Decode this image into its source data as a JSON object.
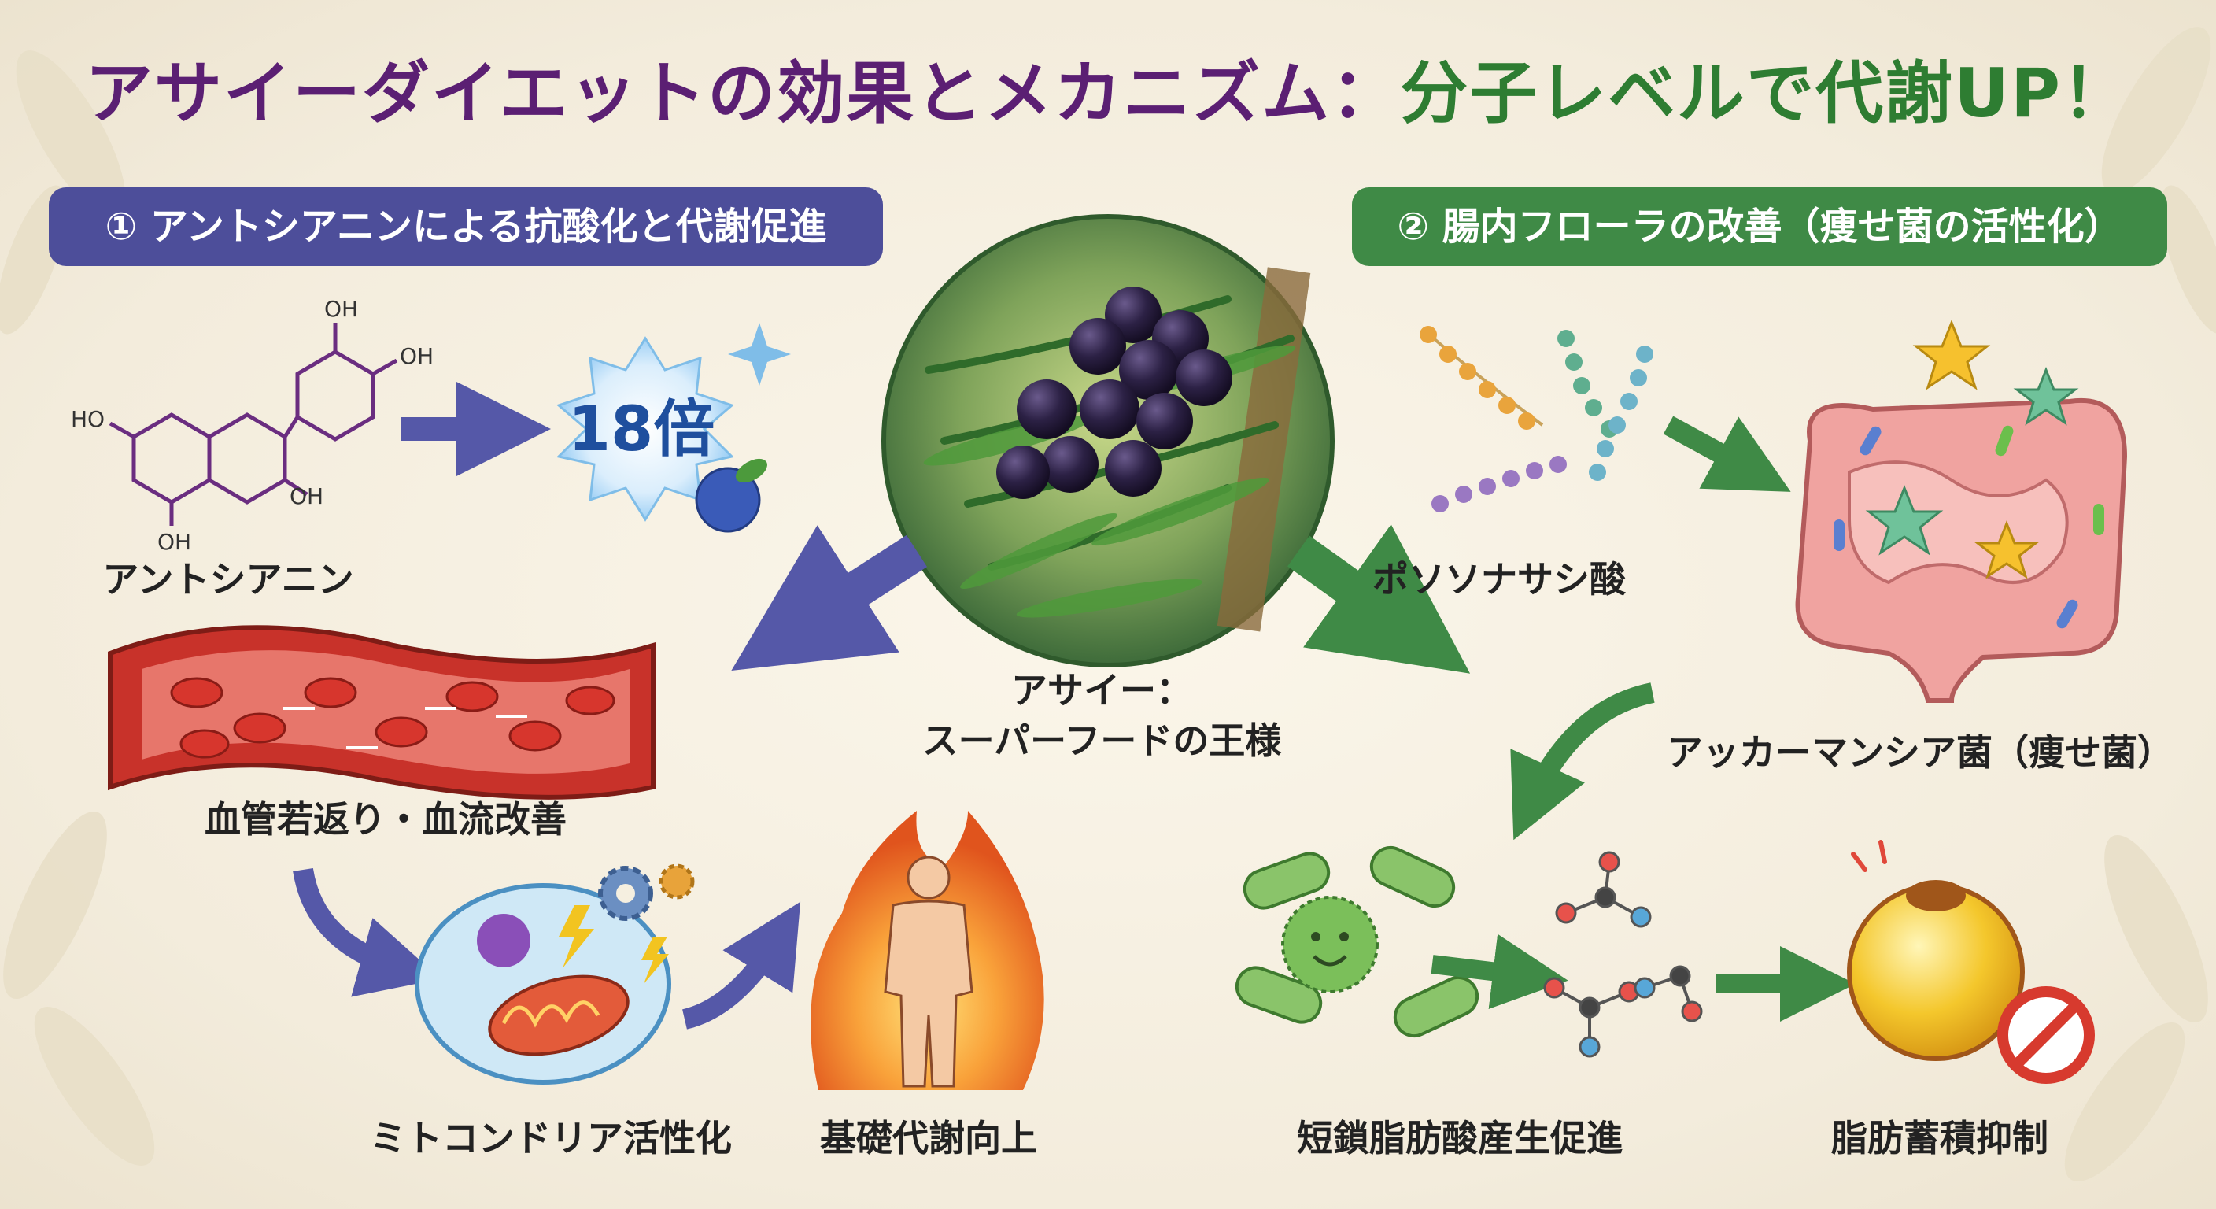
{
  "title": {
    "part1": "アサイーダイエットの効果とメカニズム：",
    "part2": "分子レベルで代謝UP！"
  },
  "sections": {
    "left": {
      "number": "①",
      "label": "アントシアニンによる抗酸化と代謝促進"
    },
    "right": {
      "number": "②",
      "label": "腸内フローラの改善（痩せ菌の活性化）"
    }
  },
  "center": {
    "label_line1": "アサイー：",
    "label_line2": "スーパーフードの王様"
  },
  "left_flow": {
    "molecule_label": "アントシアニン",
    "badge": "18倍",
    "vessel_label": "血管若返り・血流改善",
    "mito_label": "ミトコンドリア活性化",
    "metabolism_label": "基礎代謝向上"
  },
  "molecule_groups": [
    "HO",
    "OH",
    "OH",
    "OH",
    "OH"
  ],
  "right_flow": {
    "acid_label": "ポソソナサシ酸",
    "akkermansia_label": "アッカーマンシア菌（痩せ菌）",
    "scfa_label": "短鎖脂肪酸産生促進",
    "fat_label": "脂肪蓄積抑制"
  },
  "colors": {
    "purple": "#5b1f73",
    "green": "#2e7d32",
    "banner_left": "#4d4e9a",
    "banner_right": "#3f8a46",
    "arrow_left": "#5558a8",
    "arrow_right": "#3f8a46"
  },
  "icons": [
    "anthocyanin-molecule-icon",
    "sparkle-badge-icon",
    "blueberry-icon",
    "acai-berries-icon",
    "blood-vessel-icon",
    "mitochondria-cell-icon",
    "gear-icon",
    "lightning-icon",
    "flame-body-icon",
    "bead-chain-icon",
    "intestine-icon",
    "bacteria-icon",
    "fatty-acid-molecule-icon",
    "fat-cell-icon",
    "prohibited-icon"
  ]
}
